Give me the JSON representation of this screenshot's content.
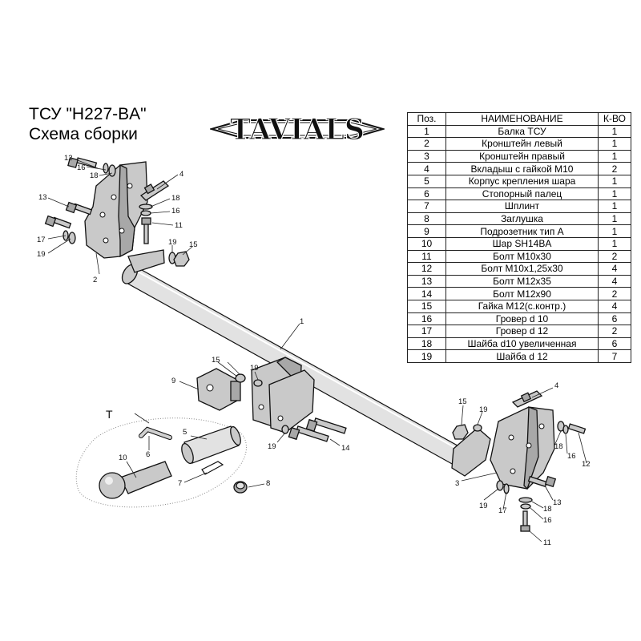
{
  "title": {
    "line1": "ТСУ  \"H227-BA\"",
    "line2": "Схема сборки"
  },
  "logo": {
    "text": "TAVIALS"
  },
  "table": {
    "headers": [
      "Поз.",
      "НАИМЕНОВАНИЕ",
      "К-ВО"
    ],
    "rows": [
      [
        "1",
        "Балка ТСУ",
        "1"
      ],
      [
        "2",
        "Кронштейн левый",
        "1"
      ],
      [
        "3",
        "Кронштейн правый",
        "1"
      ],
      [
        "4",
        "Вкладыш с гайкой М10",
        "2"
      ],
      [
        "5",
        "Корпус крепления шара",
        "1"
      ],
      [
        "6",
        "Стопорный палец",
        "1"
      ],
      [
        "7",
        "Шплинт",
        "1"
      ],
      [
        "8",
        "Заглушка",
        "1"
      ],
      [
        "9",
        "Подрозетник тип А",
        "1"
      ],
      [
        "10",
        "Шар SH14BA",
        "1"
      ],
      [
        "11",
        "Болт М10х30",
        "2"
      ],
      [
        "12",
        "Болт М10х1,25х30",
        "4"
      ],
      [
        "13",
        "Болт М12х35",
        "4"
      ],
      [
        "14",
        "Болт М12х90",
        "2"
      ],
      [
        "15",
        "Гайка М12(с.контр.)",
        "4"
      ],
      [
        "16",
        "Гровер d 10",
        "6"
      ],
      [
        "17",
        "Гровер d 12",
        "2"
      ],
      [
        "18",
        "Шайба d10 увеличенная",
        "6"
      ],
      [
        "19",
        "Шайба d 12",
        "7"
      ]
    ]
  },
  "drawing": {
    "kit_label": "Т",
    "callouts": {
      "c12a": "12",
      "c16a": "16",
      "c18a": "18",
      "c4a": "4",
      "c13a": "13",
      "c18b": "18",
      "c16b": "16",
      "c11a": "11",
      "c17a": "17",
      "c19a": "19",
      "c19b": "19",
      "c15a": "15",
      "c2": "2",
      "c1": "1",
      "c15b": "15",
      "c19c": "19",
      "c9": "9",
      "c19d": "19",
      "c14": "14",
      "c6": "6",
      "c5": "5",
      "c10": "10",
      "c7": "7",
      "c8": "8",
      "c4b": "4",
      "c15c": "15",
      "c19e": "19",
      "c18c": "18",
      "c16c": "16",
      "c12b": "12",
      "c3": "3",
      "c13b": "13",
      "c19f": "19",
      "c17b": "17",
      "c18d": "18",
      "c16d": "16",
      "c11b": "11"
    }
  }
}
